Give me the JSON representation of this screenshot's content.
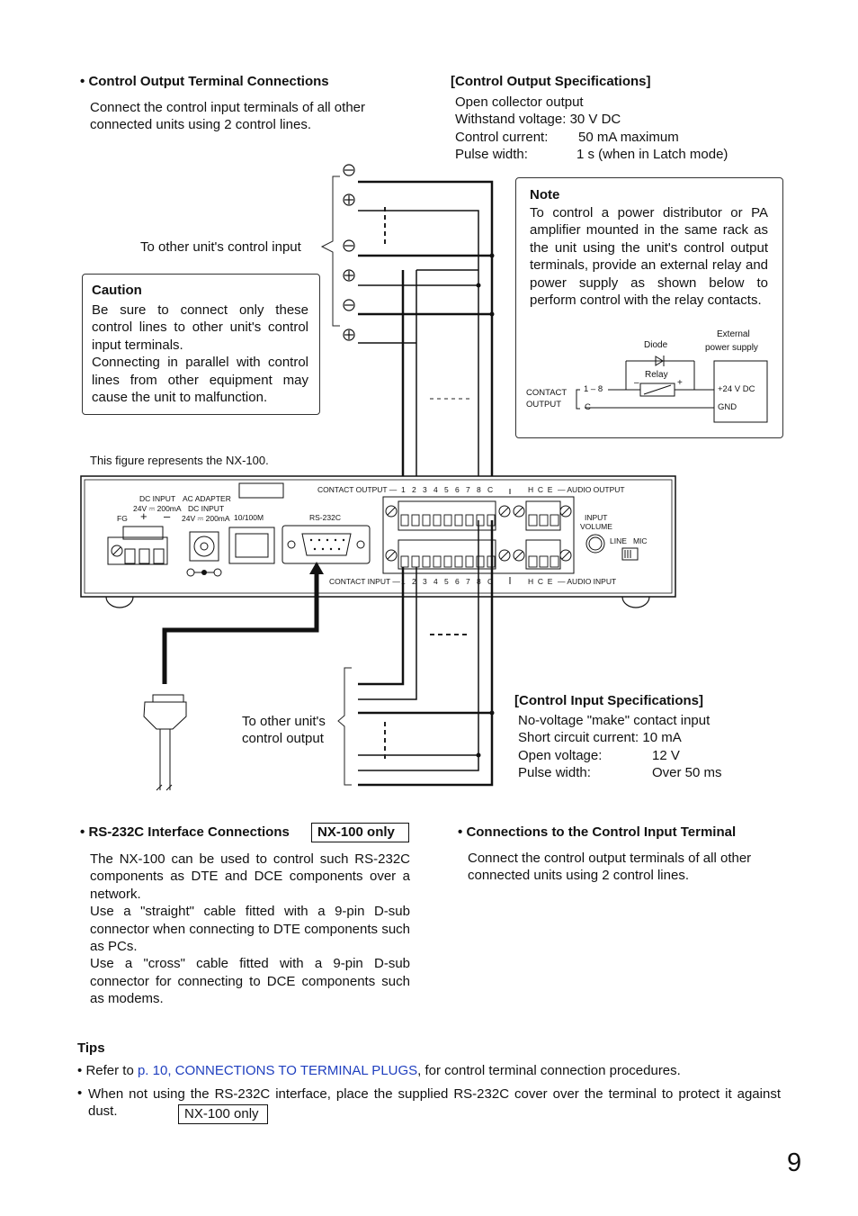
{
  "control_output": {
    "heading": "Control Output Terminal Connections",
    "body": "Connect the control input terminals of all other connected units using 2 control lines."
  },
  "output_specs": {
    "heading": "[Control Output Specifications]",
    "rows": [
      {
        "label": "Open collector output",
        "value": ""
      },
      {
        "label": "Withstand voltage: 30 V DC",
        "value": ""
      },
      {
        "label": "Control current:",
        "value": "50 mA maximum"
      },
      {
        "label": "Pulse width:",
        "value": "1 s (when in Latch mode)"
      }
    ]
  },
  "note": {
    "heading": "Note",
    "body": "To control a power distributor or PA amplifier mounted in the same rack as the unit using the unit's control output terminals, provide an external relay and power supply as shown below to perform control with the relay contacts.",
    "diagram": {
      "diode": "Diode",
      "relay": "Relay",
      "external": "External",
      "power_supply": "power supply",
      "contact": "CONTACT",
      "output": "OUTPUT",
      "range": "1 – 8",
      "c": "C",
      "plus24": "+24 V DC",
      "gnd": "GND",
      "minus": "–",
      "plus": "+"
    }
  },
  "to_other_input": "To other unit's control input",
  "caution": {
    "heading": "Caution",
    "body": "Be sure to connect only these control lines to other unit's control input terminals.\nConnecting in parallel with control lines from other equipment may cause the unit to malfunction."
  },
  "figure_note": "This figure represents the NX-100.",
  "panel": {
    "dc_input": "DC INPUT",
    "ac_adapter": "AC ADAPTER",
    "dc_input2": "DC INPUT",
    "v24_200": "24V ⎓ 200mA",
    "v24_200b": "24V ⎓ 200mA",
    "fg": "FG",
    "plus": "+",
    "minus": "–",
    "lan": "10/100M",
    "rs232": "RS-232C",
    "contact_output": "CONTACT OUTPUT —",
    "contact_input": "CONTACT INPUT —",
    "nums": [
      "1",
      "2",
      "3",
      "4",
      "5",
      "6",
      "7",
      "8",
      "C"
    ],
    "hce": "H  C  E",
    "audio_output": "— AUDIO OUTPUT",
    "audio_input": "— AUDIO INPUT",
    "input": "INPUT",
    "volume": "VOLUME",
    "line_mic": "LINE   MIC"
  },
  "to_other_output": {
    "line1": "To other unit's",
    "line2": "control output"
  },
  "input_specs": {
    "heading": "[Control Input Specifications]",
    "rows": [
      {
        "label": "No-voltage \"make\" contact input",
        "value": ""
      },
      {
        "label": "Short circuit current: 10 mA",
        "value": ""
      },
      {
        "label": "Open voltage:",
        "value": "12 V"
      },
      {
        "label": "Pulse width:",
        "value": "Over 50 ms"
      }
    ]
  },
  "rs232_section": {
    "heading": "RS-232C Interface Connections",
    "tag": "NX-100 only",
    "body": "The NX-100 can be used to control such RS-232C components as DTE and DCE components over a network.\nUse a \"straight\" cable fitted with a 9-pin D-sub connector when connecting to DTE components such as PCs.\nUse a \"cross\" cable fitted with a 9-pin D-sub connector for connecting to DCE components such as modems."
  },
  "control_input": {
    "heading": "Connections to the Control Input Terminal",
    "body": "Connect the control output terminals of all other connected units using 2 control lines."
  },
  "tips": {
    "heading": "Tips",
    "item1_pre": "Refer to ",
    "item1_link": "p. 10, CONNECTIONS TO TERMINAL PLUGS",
    "item1_post": ", for control terminal connection procedures.",
    "item2": "When not using the RS-232C interface, place the supplied RS-232C cover over the terminal to protect it against dust.",
    "item2_tag": "NX-100 only"
  },
  "page_number": "9",
  "bullet": "•",
  "colors": {
    "link": "#1f3fbf"
  }
}
